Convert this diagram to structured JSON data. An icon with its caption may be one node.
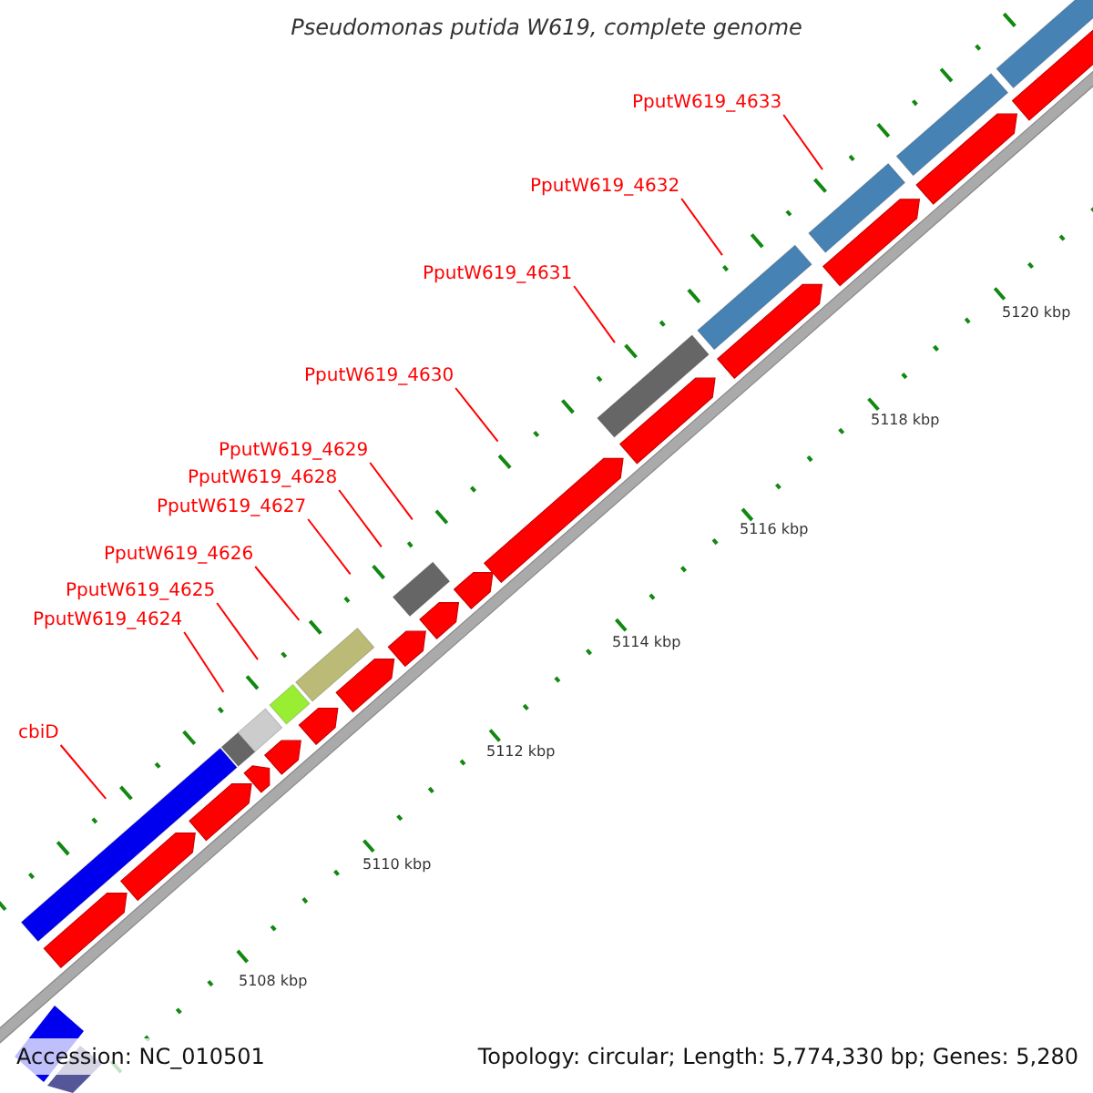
{
  "diagram": {
    "title": "Pseudomonas putida W619, complete genome",
    "nodes": [
      {
        "text": [
          "PputW619_4633"
        ]
      },
      {
        "text": [
          "PputW619_4632"
        ]
      },
      {
        "text": [
          "PputW619_4631"
        ]
      },
      {
        "text": [
          "PputW619_4630"
        ]
      },
      {
        "text": [
          "PputW619_4629"
        ]
      },
      {
        "text": [
          "PputW619_4628"
        ]
      },
      {
        "text": [
          "PputW619_4627"
        ]
      },
      {
        "text": [
          "PputW619_4626"
        ]
      },
      {
        "text": [
          "PputW619_4625"
        ]
      },
      {
        "text": [
          "PputW619_4624"
        ]
      },
      {
        "text": [
          "cbiD"
        ]
      }
    ],
    "edges": [
      {
        "from": 0,
        "to": null,
        "arrow": "none"
      },
      {
        "from": 1,
        "to": null,
        "arrow": "none"
      },
      {
        "from": 2,
        "to": null,
        "arrow": "none"
      },
      {
        "from": 3,
        "to": null,
        "arrow": "none"
      },
      {
        "from": 4,
        "to": null,
        "arrow": "none"
      },
      {
        "from": 5,
        "to": null,
        "arrow": "none"
      },
      {
        "from": 6,
        "to": null,
        "arrow": "none"
      },
      {
        "from": 7,
        "to": null,
        "arrow": "none"
      },
      {
        "from": 8,
        "to": null,
        "arrow": "none"
      },
      {
        "from": 9,
        "to": null,
        "arrow": "none"
      },
      {
        "from": 10,
        "to": null,
        "arrow": "none"
      }
    ],
    "labels": [
      "5120 kbp",
      "5118 kbp",
      "5116 kbp",
      "5114 kbp",
      "5112 kbp",
      "5110 kbp",
      "5108 kbp",
      "Accession: NC_010501",
      "Topology: circular; Length: 5,774,330 bp; Genes: 5,280"
    ]
  }
}
